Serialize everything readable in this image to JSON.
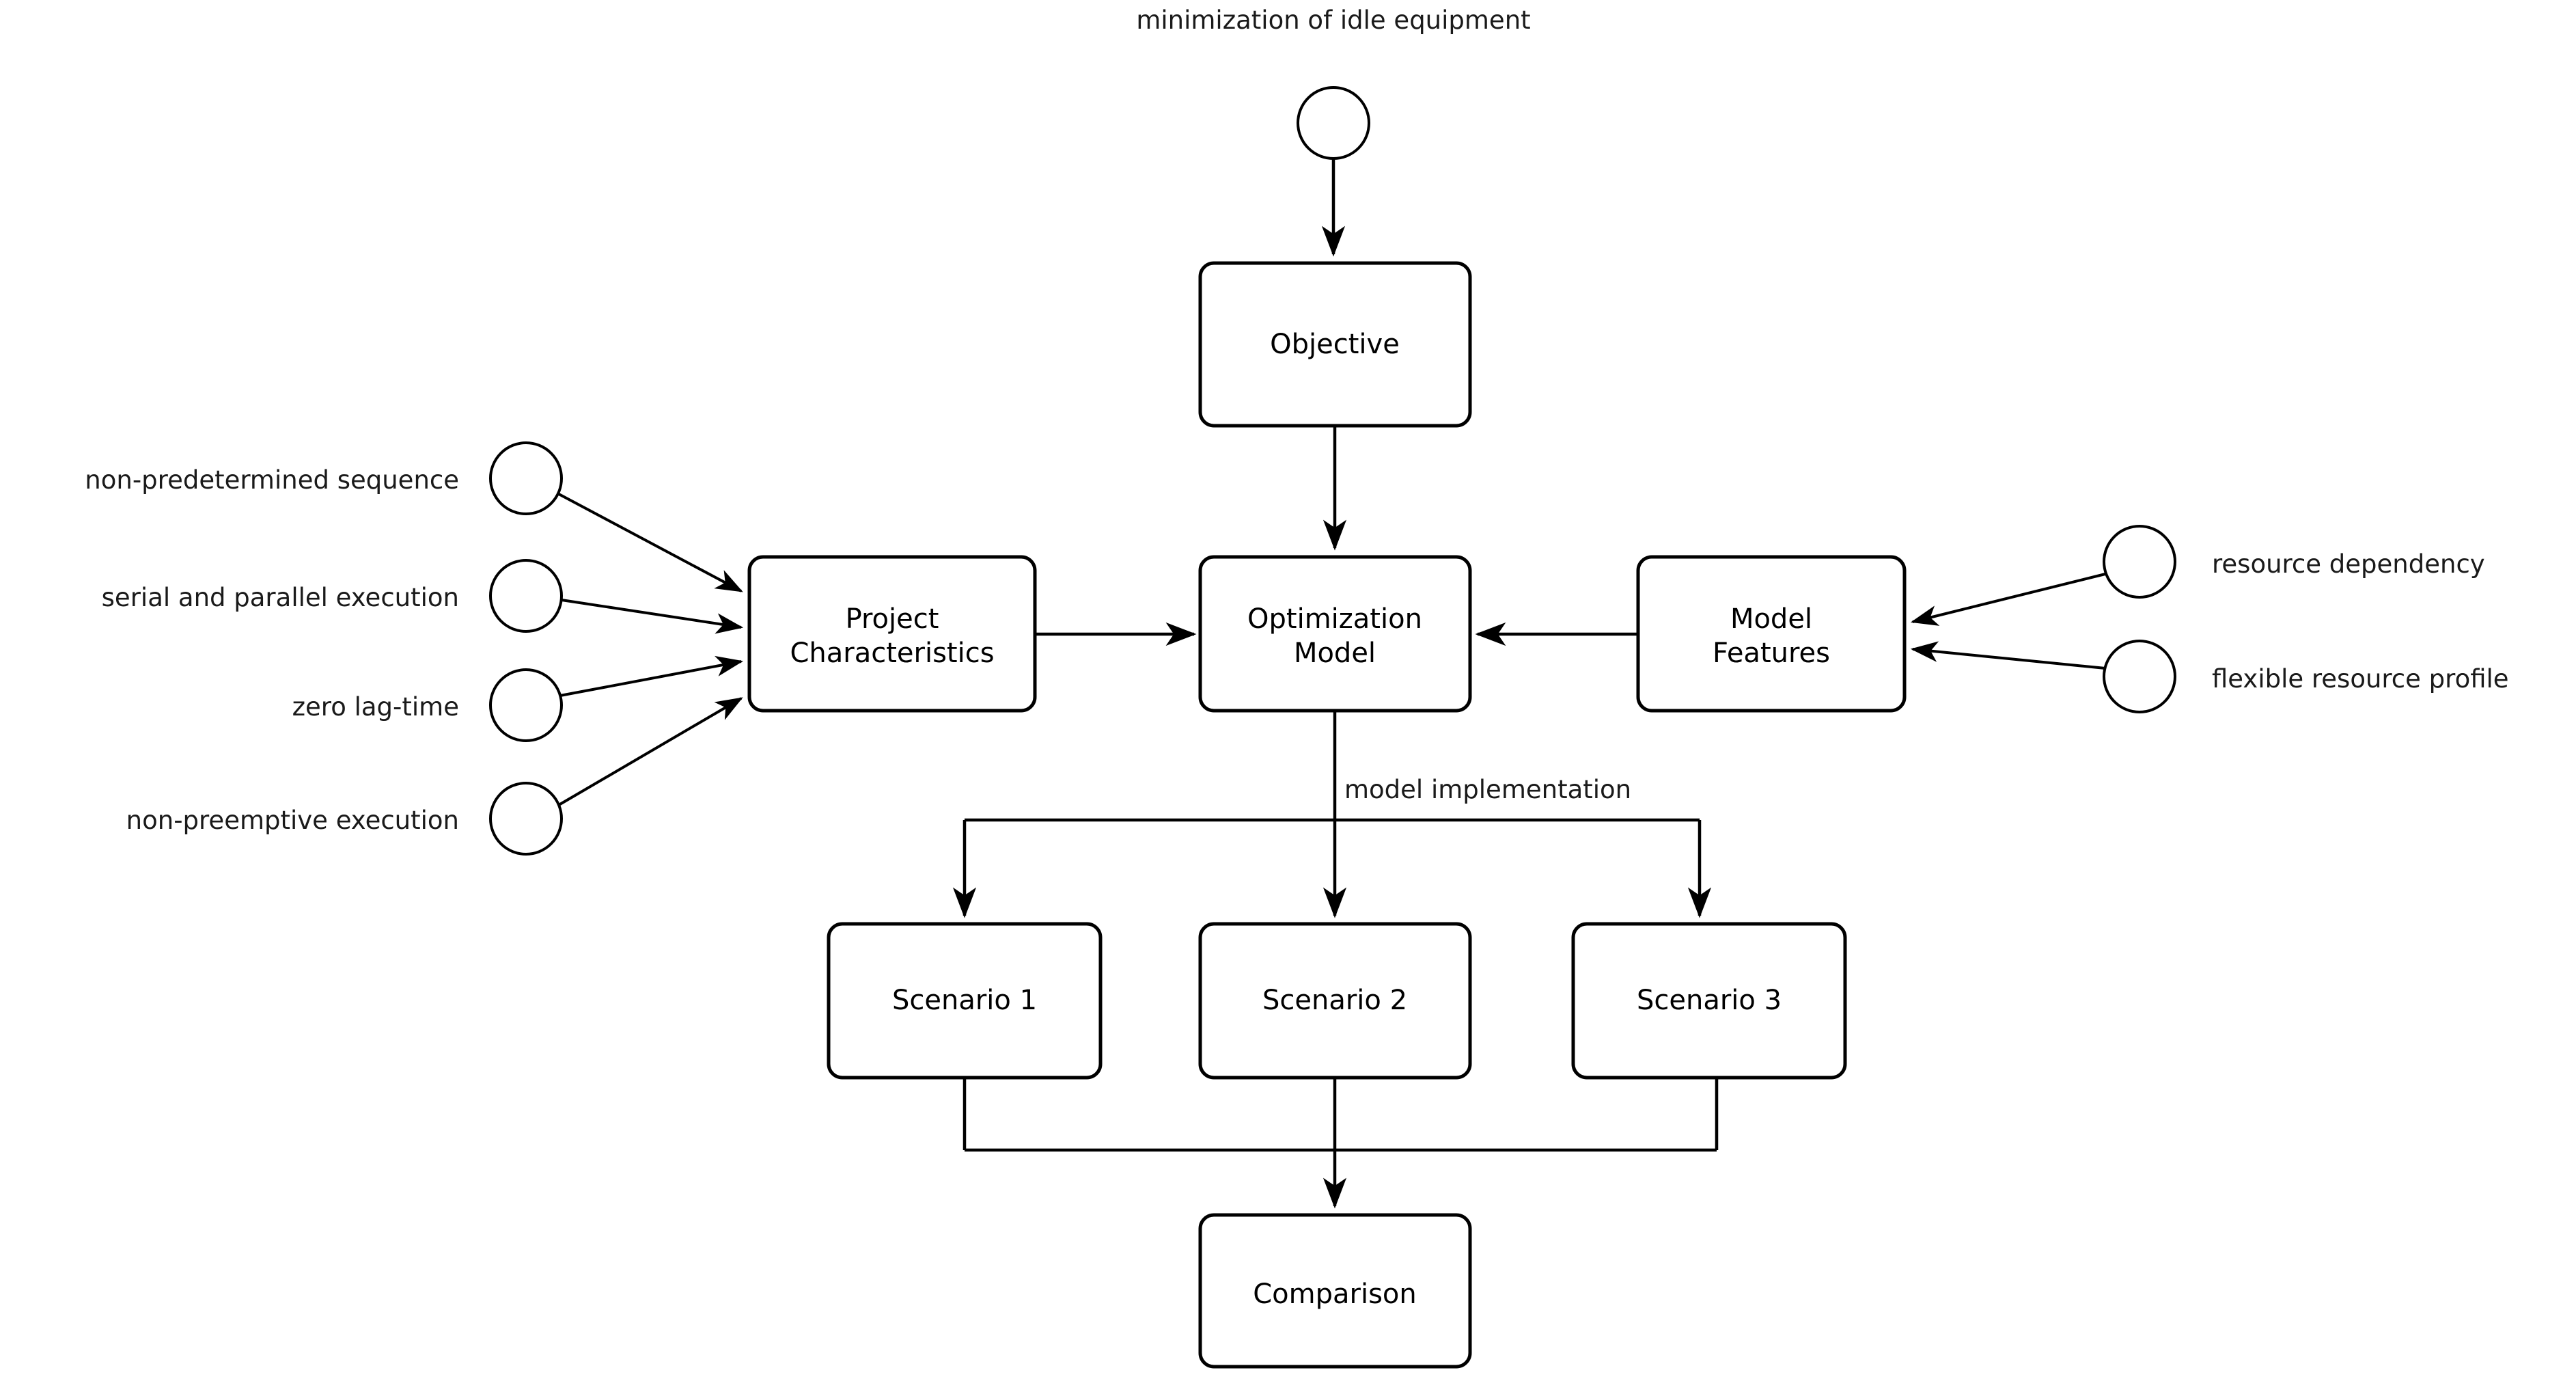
{
  "diagram": {
    "type": "flowchart",
    "title_text": "minimization of idle equipment",
    "background_color": "#ffffff",
    "stroke_color": "#000000",
    "text_color": "#000000",
    "nodes": {
      "objective": {
        "label": "Objective"
      },
      "project_characteristics": {
        "label_line1": "Project",
        "label_line2": "Characteristics"
      },
      "optimization_model": {
        "label_line1": "Optimization",
        "label_line2": "Model"
      },
      "model_features": {
        "label_line1": "Model",
        "label_line2": "Features"
      },
      "scenario_1": {
        "label": "Scenario 1"
      },
      "scenario_2": {
        "label": "Scenario 2"
      },
      "scenario_3": {
        "label": "Scenario 3"
      },
      "comparison": {
        "label": "Comparison"
      }
    },
    "annotations": {
      "objective_goal": "minimization of idle equipment",
      "project_inputs": [
        "non-predetermined sequence",
        "serial and parallel execution",
        "zero lag-time",
        "non-preemptive execution"
      ],
      "feature_inputs": [
        "resource dependency",
        "flexible resource profile"
      ],
      "edge_label_model_implementation": "model implementation"
    }
  }
}
